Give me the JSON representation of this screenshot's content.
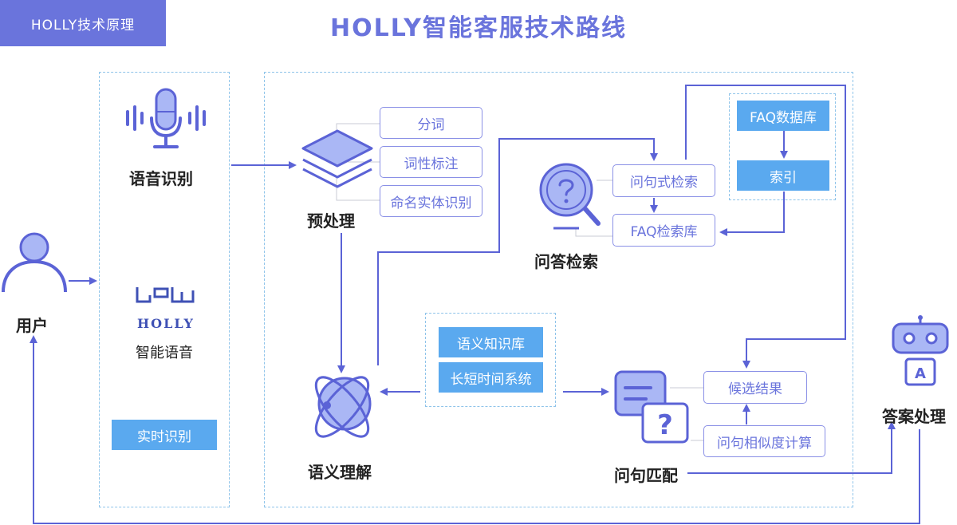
{
  "header": {
    "tag": "HOLLY技术原理",
    "title": "HOLLY智能客服技术路线"
  },
  "nodes": {
    "user": "用户",
    "speech_recognition": "语音识别",
    "holly_logo_text": "HOLLY",
    "smart_voice": "智能语音",
    "realtime_recognition": "实时识别",
    "preprocessing": "预处理",
    "semantic_understanding": "语义理解",
    "qa_retrieval": "问答检索",
    "question_matching": "问句匹配",
    "answer_processing": "答案处理"
  },
  "preprocessing_steps": [
    "分词",
    "词性标注",
    "命名实体识别"
  ],
  "semantic_knowledge": [
    "语义知识库",
    "长短时间系统"
  ],
  "retrieval": {
    "question_search": "问句式检索",
    "faq_search_lib": "FAQ检索库",
    "faq_database": "FAQ数据库",
    "index": "索引"
  },
  "matching": {
    "candidates": "候选结果",
    "similarity": "问句相似度计算"
  },
  "robot_badge": "A",
  "colors": {
    "accent": "#6a74dc",
    "line": "#5b63d6",
    "fill_blue": "#5aa9ef",
    "dash": "#8fc4ea",
    "icon_light": "#aab7f5"
  }
}
